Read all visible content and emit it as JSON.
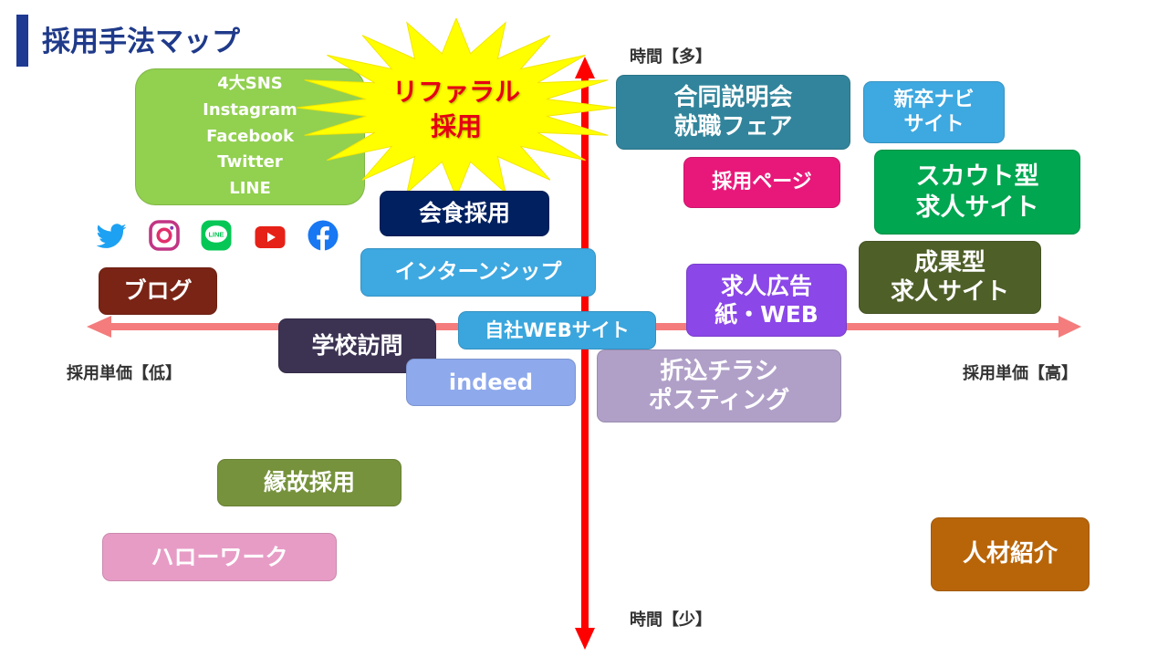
{
  "title": "採用手法マップ",
  "axes": {
    "y_top": "時間【多】",
    "y_bottom": "時間【少】",
    "x_left": "採用単価【低】",
    "x_right": "採用単価【高】"
  },
  "sns_box": {
    "lines": [
      "4大SNS",
      "Instagram",
      "Facebook",
      "Twitter",
      "LINE"
    ],
    "color": "#92d050"
  },
  "referral": {
    "lines": [
      "リファラル",
      "採用"
    ],
    "color": "#ffff00",
    "text_color": "#e60012"
  },
  "sns_icons": [
    "twitter-icon",
    "instagram-icon",
    "line-icon",
    "youtube-icon",
    "facebook-icon"
  ],
  "methods": [
    {
      "id": "kaishoku",
      "lines": [
        "会食採用"
      ],
      "color": "#002060"
    },
    {
      "id": "internship",
      "lines": [
        "インターンシップ"
      ],
      "color": "#3ea8e0"
    },
    {
      "id": "blog",
      "lines": [
        "ブログ"
      ],
      "color": "#7a2415"
    },
    {
      "id": "school-visit",
      "lines": [
        "学校訪問"
      ],
      "color": "#3c3252"
    },
    {
      "id": "own-website",
      "lines": [
        "自社WEBサイト"
      ],
      "color": "#3ba6dd"
    },
    {
      "id": "indeed",
      "lines": [
        "indeed"
      ],
      "color": "#8ea9ec"
    },
    {
      "id": "joint-briefing",
      "lines": [
        "合同説明会",
        "就職フェア"
      ],
      "color": "#31849b"
    },
    {
      "id": "new-grad-navi",
      "lines": [
        "新卒ナビ",
        "サイト"
      ],
      "color": "#3ea8e0"
    },
    {
      "id": "recruit-page",
      "lines": [
        "採用ページ"
      ],
      "color": "#e8187a"
    },
    {
      "id": "scout-site",
      "lines": [
        "スカウト型",
        "求人サイト"
      ],
      "color": "#00a650"
    },
    {
      "id": "performance-site",
      "lines": [
        "成果型",
        "求人サイト"
      ],
      "color": "#4e5f28"
    },
    {
      "id": "job-ads",
      "lines": [
        "求人広告",
        "紙・WEB"
      ],
      "color": "#8b47e8"
    },
    {
      "id": "flyer",
      "lines": [
        "折込チラシ",
        "ポスティング"
      ],
      "color": "#b0a0c8"
    },
    {
      "id": "connection",
      "lines": [
        "縁故採用"
      ],
      "color": "#76923c"
    },
    {
      "id": "hello-work",
      "lines": [
        "ハローワーク"
      ],
      "color": "#e79cc6"
    },
    {
      "id": "agency",
      "lines": [
        "人材紹介"
      ],
      "color": "#b8650a"
    }
  ]
}
